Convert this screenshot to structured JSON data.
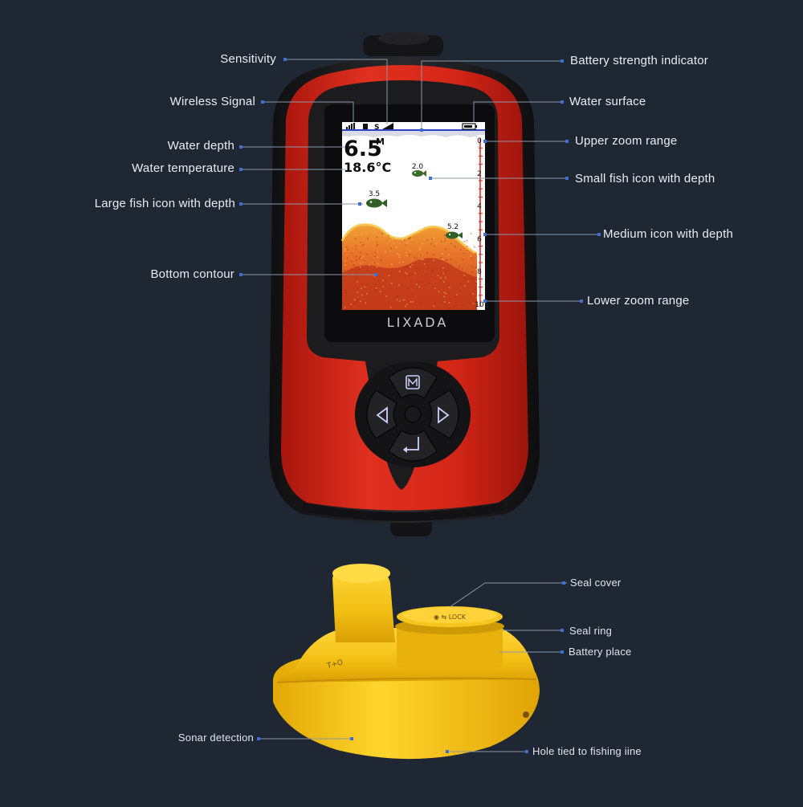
{
  "device": {
    "brand": "LIXADA",
    "screen": {
      "depth_value": "6.5",
      "depth_unit": "M",
      "temperature": "18.6°C",
      "sensitivity_indicator": "S",
      "scale": [
        "0",
        "2",
        "4",
        "6",
        "8",
        "10"
      ],
      "fish": [
        {
          "name": "small",
          "depth": "2.0"
        },
        {
          "name": "large",
          "depth": "3.5"
        },
        {
          "name": "medium",
          "depth": "5.2"
        }
      ]
    },
    "buttons": [
      "menu-icon",
      "left-arrow-icon",
      "right-arrow-icon",
      "enter-icon"
    ]
  },
  "callouts_left": {
    "sensitivity": "Sensitivity",
    "wireless_signal": "Wireless Signal",
    "water_depth": "Water depth",
    "water_temperature": "Water temperature",
    "large_fish": "Large fish icon with depth",
    "bottom_contour": "Bottom contour"
  },
  "callouts_right": {
    "battery": "Battery strength indicator",
    "water_surface": "Water surface",
    "upper_zoom": "Upper zoom range",
    "small_fish": "Small fish icon with depth",
    "medium_icon": "Medium icon with depth",
    "lower_zoom": "Lower zoom range"
  },
  "sensor_callouts": {
    "seal_cover": "Seal cover",
    "seal_ring": "Seal ring",
    "battery_place": "Battery place",
    "sonar_detection": "Sonar detection",
    "hole": "Hole tied to fishing iine"
  },
  "colors": {
    "background": "#1f2733",
    "device_red": "#d5281b",
    "device_black": "#1b1b1d",
    "sensor_yellow": "#f3c31a",
    "callout_line": "#8a98a8"
  }
}
